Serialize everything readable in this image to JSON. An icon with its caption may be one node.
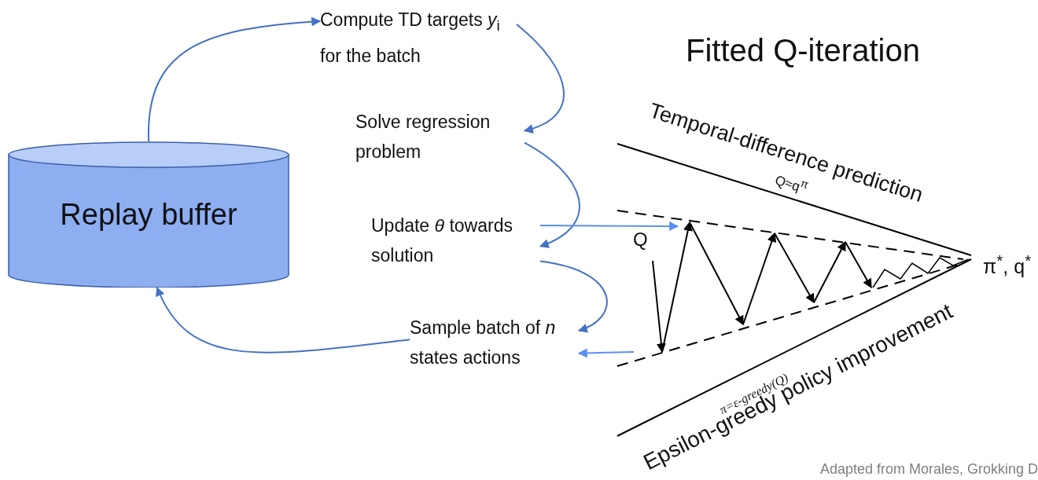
{
  "diagram": {
    "title": "Fitted Q-iteration",
    "caption": "Adapted from Morales, Grokking D",
    "nodes": [
      {
        "text": [
          "Replay buffer"
        ]
      },
      {
        "text": [
          "Compute TD targets *y*$_{i}$ for the batch"
        ]
      },
      {
        "text": [
          "Solve regression problem"
        ]
      },
      {
        "text": [
          "Update *θ* towards solution"
        ]
      },
      {
        "text": [
          "Sample batch of *n* states actions"
        ]
      }
    ],
    "edges": [
      {
        "from": 0,
        "to": 1,
        "arrow": "to"
      },
      {
        "from": 1,
        "to": 2,
        "arrow": "to"
      },
      {
        "from": 2,
        "to": 3,
        "arrow": "to"
      },
      {
        "from": 3,
        "to": 4,
        "arrow": "to"
      },
      {
        "from": 4,
        "to": 0,
        "arrow": "to"
      },
      {
        "from": 3,
        "to": null,
        "arrow": "to",
        "color": "#5b8ff9"
      },
      {
        "from": null,
        "to": 4,
        "arrow": "to",
        "color": "#5b8ff9"
      }
    ],
    "labels": [
      "Temporal-difference prediction",
      "Q≈q$^{π}$",
      "Q",
      "π$^{*}$, q$^{*}$",
      "π=ε-greedy(Q)",
      "Epsilon-greedy policy improvement"
    ]
  }
}
